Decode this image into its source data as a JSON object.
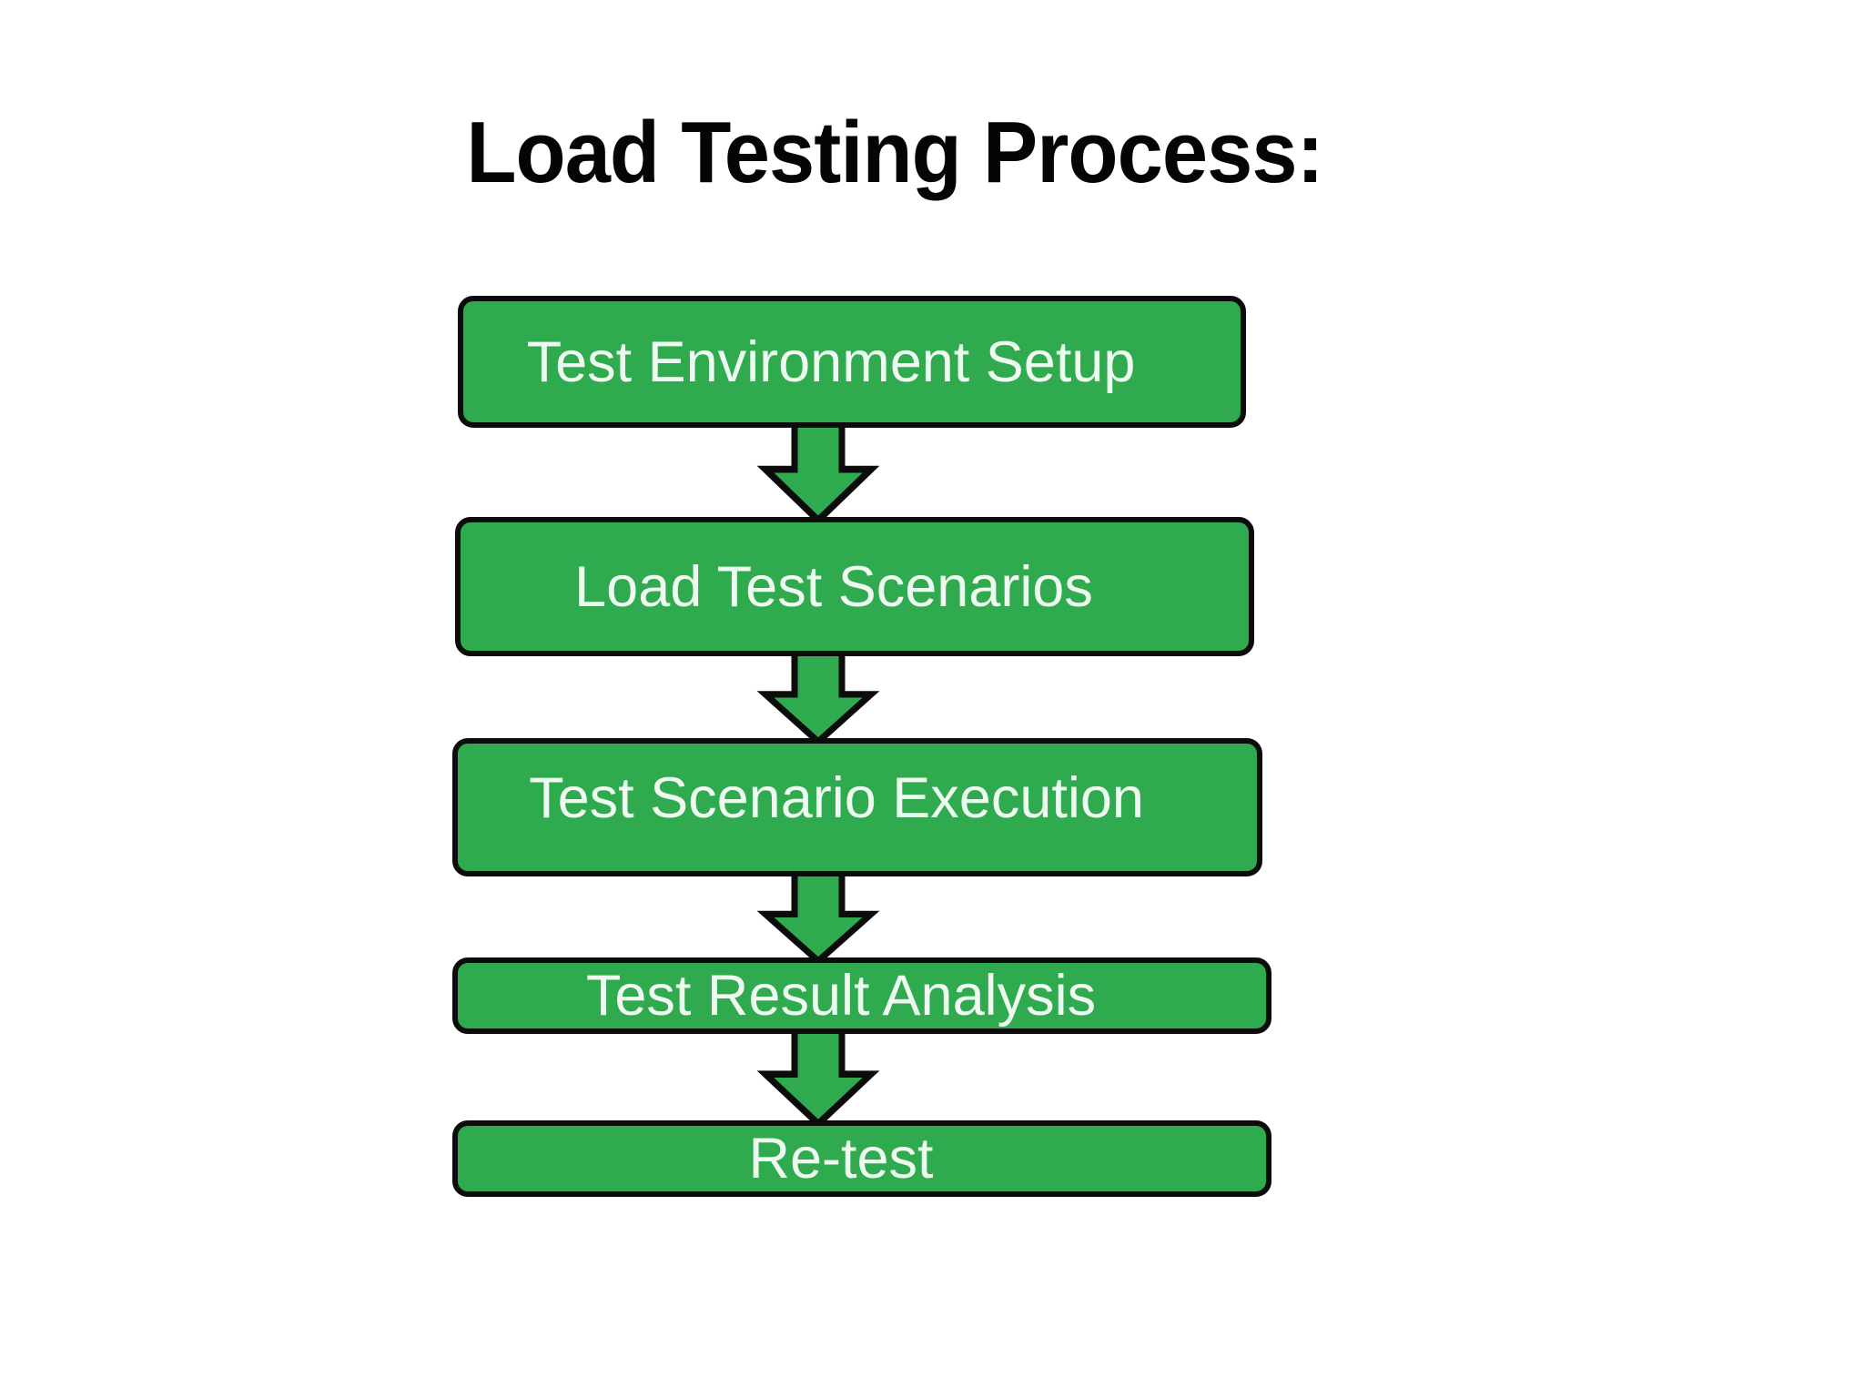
{
  "title": "Load Testing Process:",
  "flow": {
    "steps": [
      {
        "label": "Test Environment Setup"
      },
      {
        "label": "Load Test Scenarios"
      },
      {
        "label": "Test Scenario Execution"
      },
      {
        "label": "Test Result Analysis"
      },
      {
        "label": "Re-test"
      }
    ],
    "connector_icon": "down-arrow-icon",
    "connector_count": 4
  },
  "colors": {
    "box_fill": "#2faa4f",
    "box_border": "#0c0c0c",
    "box_text": "#eefaf0",
    "title_text": "#050505",
    "background": "#ffffff"
  }
}
